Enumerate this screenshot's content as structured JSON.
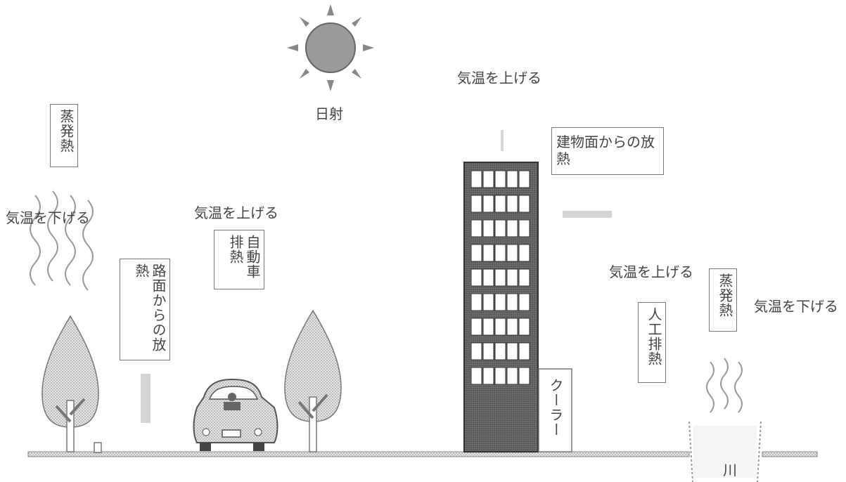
{
  "labels": {
    "sun": "日射",
    "raise_top": "気温を上げる",
    "raise_car": "気温を上げる",
    "raise_right": "気温を上げる",
    "lower_left": "気温を下げる",
    "lower_right": "気温を下げる",
    "evap_left": "蒸発熱",
    "evap_right": "蒸発熱",
    "road_heat": "路面からの放熱",
    "car_heat": "自動車排熱",
    "building_heat": "建物面からの放熱",
    "cooler": "クーラー",
    "artificial": "人工排熱",
    "river": "川"
  }
}
